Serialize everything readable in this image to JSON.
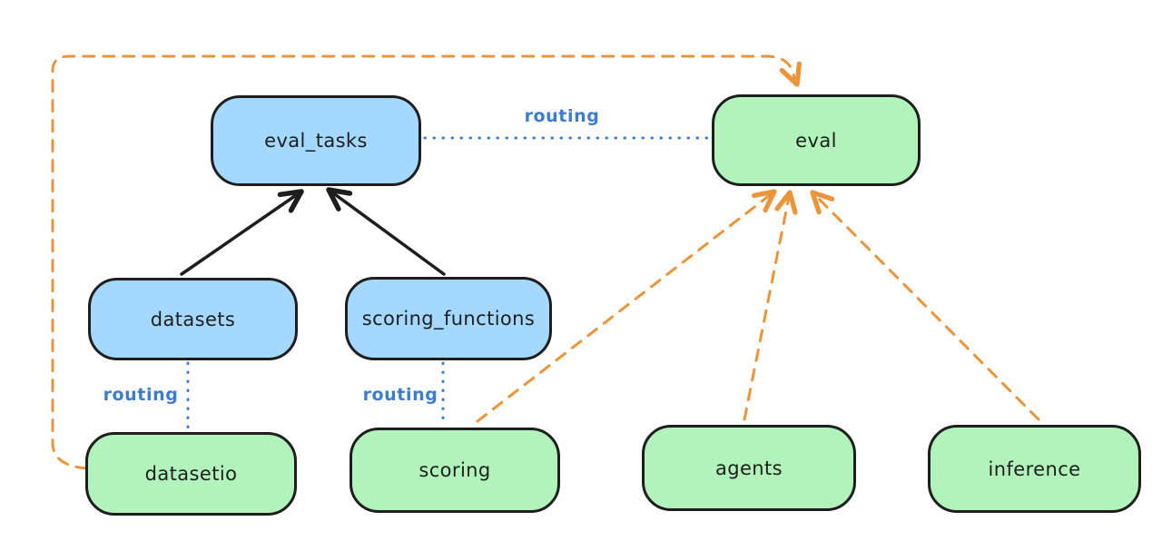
{
  "diagram": {
    "nodes": [
      {
        "id": "eval_tasks",
        "label": "eval_tasks",
        "fill": "blue"
      },
      {
        "id": "eval",
        "label": "eval",
        "fill": "green"
      },
      {
        "id": "datasets",
        "label": "datasets",
        "fill": "blue"
      },
      {
        "id": "scoring_functions",
        "label": "scoring_functions",
        "fill": "blue"
      },
      {
        "id": "datasetio",
        "label": "datasetio",
        "fill": "green"
      },
      {
        "id": "scoring",
        "label": "scoring",
        "fill": "green"
      },
      {
        "id": "agents",
        "label": "agents",
        "fill": "green"
      },
      {
        "id": "inference",
        "label": "inference",
        "fill": "green"
      }
    ],
    "edge_labels": [
      {
        "id": "routing_eval_tasks_eval",
        "text": "routing"
      },
      {
        "id": "routing_datasets_datasetio",
        "text": "routing"
      },
      {
        "id": "routing_scoring_functions_scoring",
        "text": "routing"
      }
    ],
    "colors": {
      "blue_fill": "#a5d8ff",
      "green_fill": "#b2f2bb",
      "stroke": "#1e1e1e",
      "routing_blue": "#3b7cd0",
      "orange": "#ec9439",
      "bg": "#ffffff"
    }
  }
}
